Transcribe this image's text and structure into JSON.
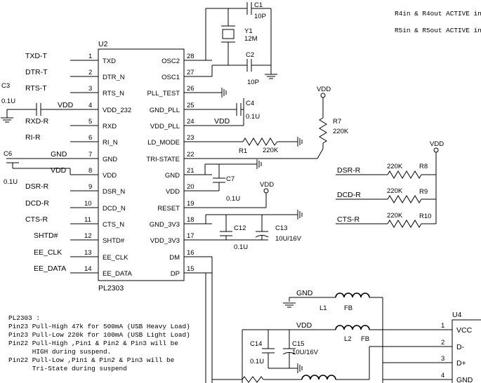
{
  "ic_u2": {
    "ref": "U2",
    "part": "PL2303",
    "left_pins": [
      {
        "num": "1",
        "name": "TXD",
        "net": "TXD-T"
      },
      {
        "num": "2",
        "name": "DTR_N",
        "net": "DTR-T"
      },
      {
        "num": "3",
        "name": "RTS_N",
        "net": "RTS-T"
      },
      {
        "num": "4",
        "name": "VDD_232",
        "net": "VDD"
      },
      {
        "num": "5",
        "name": "RXD",
        "net": "RXD-R"
      },
      {
        "num": "6",
        "name": "RI_N",
        "net": "RI-R"
      },
      {
        "num": "7",
        "name": "GND",
        "net": "GND"
      },
      {
        "num": "8",
        "name": "VDD",
        "net": "VDD"
      },
      {
        "num": "9",
        "name": "DSR_N",
        "net": "DSR-R"
      },
      {
        "num": "10",
        "name": "DCD_N",
        "net": "DCD-R"
      },
      {
        "num": "11",
        "name": "CTS_N",
        "net": "CTS-R"
      },
      {
        "num": "12",
        "name": "SHTD#",
        "net": "SHTD#"
      },
      {
        "num": "13",
        "name": "EE_CLK",
        "net": "EE_CLK"
      },
      {
        "num": "14",
        "name": "EE_DATA",
        "net": "EE_DATA"
      }
    ],
    "right_pins": [
      {
        "num": "28",
        "name": "OSC2"
      },
      {
        "num": "27",
        "name": "OSC1"
      },
      {
        "num": "26",
        "name": "PLL_TEST"
      },
      {
        "num": "25",
        "name": "GND_PLL"
      },
      {
        "num": "24",
        "name": "VDD_PLL"
      },
      {
        "num": "23",
        "name": "LD_MODE"
      },
      {
        "num": "22",
        "name": "TRI-STATE"
      },
      {
        "num": "21",
        "name": "GND"
      },
      {
        "num": "20",
        "name": "VDD"
      },
      {
        "num": "19",
        "name": "RESET"
      },
      {
        "num": "18",
        "name": "GND_3V3"
      },
      {
        "num": "17",
        "name": "VDD_3V3"
      },
      {
        "num": "16",
        "name": "DM"
      },
      {
        "num": "15",
        "name": "DP"
      }
    ]
  },
  "nets": {
    "vdd": "VDD",
    "vdd_24": "VDD",
    "vdd_l2": "VDD",
    "gnd_l1": "GND"
  },
  "components": {
    "c1": {
      "ref": "C1",
      "value": "10P"
    },
    "c2": {
      "ref": "C2",
      "value": "10P"
    },
    "y1": {
      "ref": "Y1",
      "value": "12M"
    },
    "c3": {
      "ref": "C3",
      "value": "0.1U"
    },
    "c4": {
      "ref": "C4",
      "value": "0.1U"
    },
    "c6": {
      "ref": "C6",
      "value": "0.1U"
    },
    "c7": {
      "ref": "C7",
      "value": "0.1U"
    },
    "c12": {
      "ref": "C12",
      "value": "0.1U"
    },
    "c13": {
      "ref": "C13",
      "value": "10U/16V"
    },
    "c14": {
      "ref": "C14",
      "value": "0.1U"
    },
    "c15": {
      "ref": "C15",
      "value": "10U/16V"
    },
    "r1": {
      "ref": "R1",
      "value": "220K"
    },
    "r7": {
      "ref": "R7",
      "value": "220K"
    },
    "r8": {
      "ref": "R8",
      "value": "220K",
      "net": "DSR-R"
    },
    "r9": {
      "ref": "R9",
      "value": "220K",
      "net": "DCD-R"
    },
    "r10": {
      "ref": "R10",
      "value": "220K",
      "net": "CTS-R"
    },
    "l1": {
      "ref": "L1",
      "value": "FB"
    },
    "l2": {
      "ref": "L2",
      "value": "FB"
    }
  },
  "usb": {
    "ref": "U4",
    "pins": [
      {
        "num": "1",
        "name": "VCC"
      },
      {
        "num": "2",
        "name": "D-"
      },
      {
        "num": "3",
        "name": "D+"
      },
      {
        "num": "4",
        "name": "GND"
      }
    ]
  },
  "notes_top": [
    "R4in & R4out ACTIVE in",
    "R5in & R5out ACTIVE in"
  ],
  "notes_bottom": [
    "PL2303 :",
    "Pin23 Pull-High 47k for 500mA (USB Heavy Load)",
    "Pin23 Pull-Low 220k for 100mA (USB Light Load)",
    "Pin22 Pull-High ,Pin1 & Pin2 & Pin3 will be",
    "      HIGH during suspend.",
    "Pin22 Pull-Low ,Pin1 & Pin2 & Pin3 will be",
    "      Tri-State during suspend"
  ]
}
